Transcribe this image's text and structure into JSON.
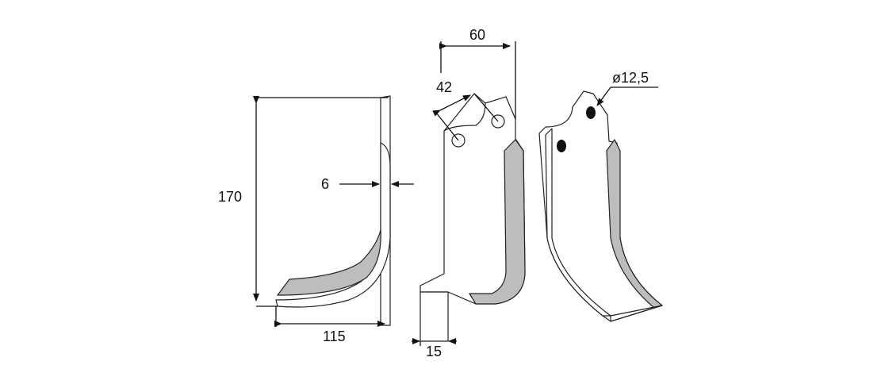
{
  "dimensions": {
    "height": "170",
    "thickness": "6",
    "width": "115",
    "foot_width": "15",
    "top_width": "60",
    "hole_spacing": "42",
    "hole_diameter": "ø12,5"
  }
}
